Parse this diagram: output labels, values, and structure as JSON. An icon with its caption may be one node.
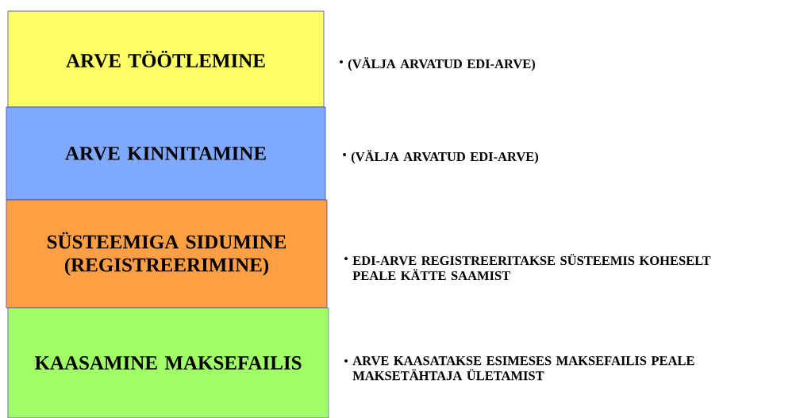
{
  "diagram": {
    "nodes": [
      {
        "text": [
          "ARVE TÖÖTLEMINE"
        ],
        "beside": [
          "(VÄLJA ARVATUD EDI-ARVE)"
        ]
      },
      {
        "text": [
          "ARVE KINNITAMINE"
        ],
        "beside": [
          "(VÄLJA ARVATUD EDI-ARVE)"
        ]
      },
      {
        "text": [
          "SÜSTEEMIGA SIDUMINE (REGISTREERIMINE)"
        ],
        "beside": [
          "EDI-ARVE REGISTREERITAKSE SÜSTEEMIS KOHESELT PEALE KÄTTE SAAMIST"
        ]
      },
      {
        "text": [
          "KAASAMINE MAKSEFAILIS"
        ],
        "beside": [
          "ARVE KAASATAKSE ESIMESES MAKSEFAILIS PEALE MAKSETÄHTAJA ÜLETAMIST"
        ]
      }
    ]
  }
}
